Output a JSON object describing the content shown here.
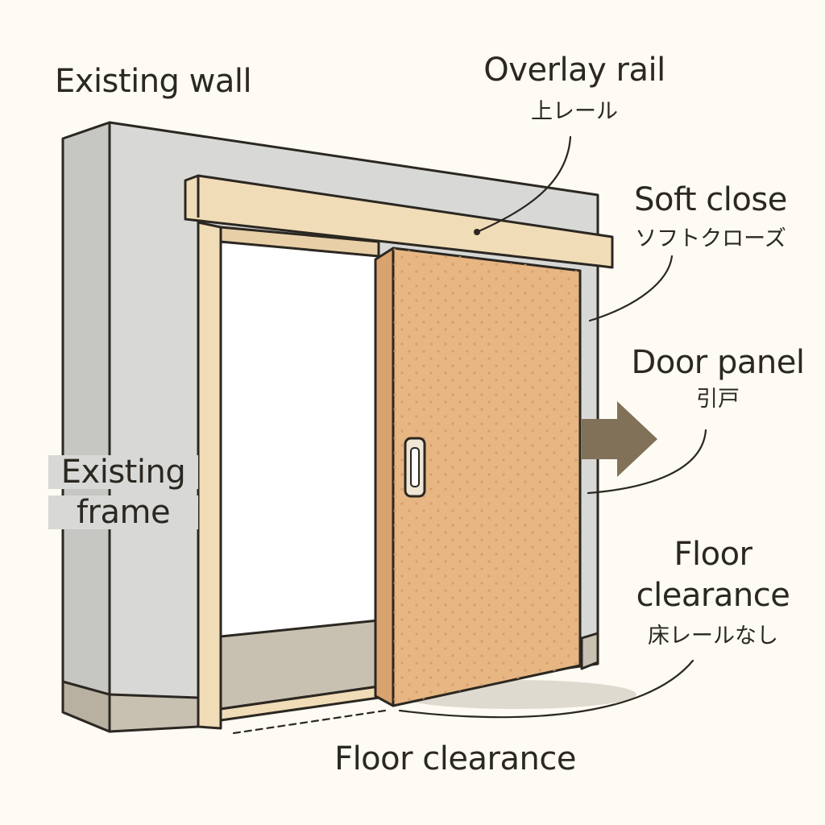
{
  "labels": {
    "existing_wall": "Existing wall",
    "overlay_rail": "Overlay rail",
    "overlay_rail_jp": "上レール",
    "soft_close": "Soft close",
    "soft_close_jp": "ソフトクローズ",
    "door_panel": "Door panel",
    "door_panel_jp": "引戸",
    "existing_frame_line1": "Existing",
    "existing_frame_line2": "frame",
    "floor_clearance_right_line1": "Floor",
    "floor_clearance_right_line2": "clearance",
    "floor_clearance_right_jp": "床レールなし",
    "floor_clearance_bottom": "Floor clearance"
  },
  "colors": {
    "background": "#fdfbf3",
    "wall": "#d8d9d6",
    "baseboard": "#c8c1b1",
    "frame_wood": "#f1dcb8",
    "door_panel": "#e7b683",
    "door_dots": "#cf9867",
    "arrow": "#817158",
    "outline": "#2b2721"
  },
  "icons": {
    "direction": "slide-right-arrow-icon",
    "handle": "recessed-door-pull-icon"
  }
}
